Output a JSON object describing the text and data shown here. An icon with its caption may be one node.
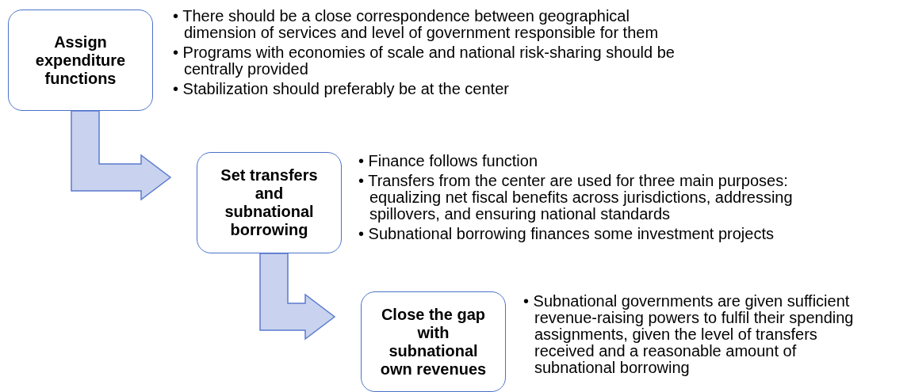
{
  "diagram": {
    "nodes": [
      {
        "text": [
          "Assign expenditure functions"
        ],
        "beside": [
          "• There should be a close correspondence between geographical dimension of services and level of government responsible for them",
          "• Programs with economies of scale and national risk-sharing should be centrally provided",
          "• Stabilization should preferably be at the center"
        ]
      },
      {
        "text": [
          "Set transfers and subnational borrowing"
        ],
        "beside": [
          "• Finance follows function",
          "• Transfers from the center are used for three main purposes: equalizing net fiscal benefits across jurisdictions, addressing spillovers, and ensuring national standards",
          "• Subnational borrowing finances some investment projects"
        ]
      },
      {
        "text": [
          "Close the gap with subnational own revenues"
        ],
        "beside": [
          "• Subnational governments are given sufficient revenue-raising powers to fulfil their spending assignments, given the level of transfers received and a reasonable amount of subnational borrowing"
        ]
      }
    ],
    "edges": [
      {
        "from": 0,
        "to": 1,
        "arrow": "to",
        "style": "thick"
      },
      {
        "from": 1,
        "to": 2,
        "arrow": "to",
        "style": "thick"
      }
    ]
  }
}
